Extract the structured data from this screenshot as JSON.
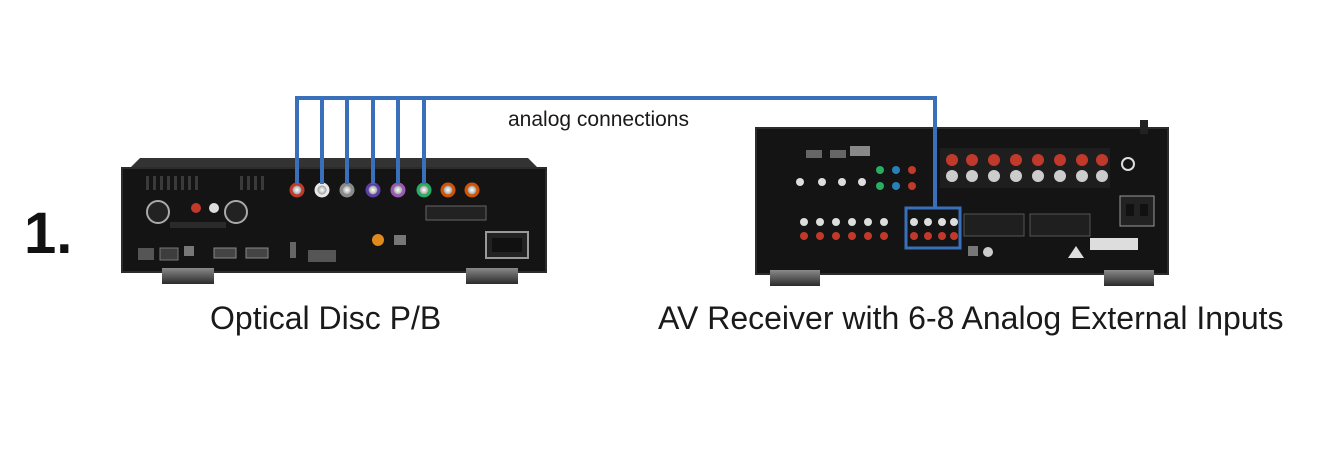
{
  "step_number": "1.",
  "connection_label": "analog connections",
  "devices": {
    "player": {
      "caption": "Optical Disc P/B"
    },
    "receiver": {
      "caption": "AV Receiver with 6-8 Analog External Inputs"
    }
  },
  "colors": {
    "cable": "#3a6fba",
    "chassis": "#1b1b1b",
    "panel": "#0e0e0e"
  }
}
